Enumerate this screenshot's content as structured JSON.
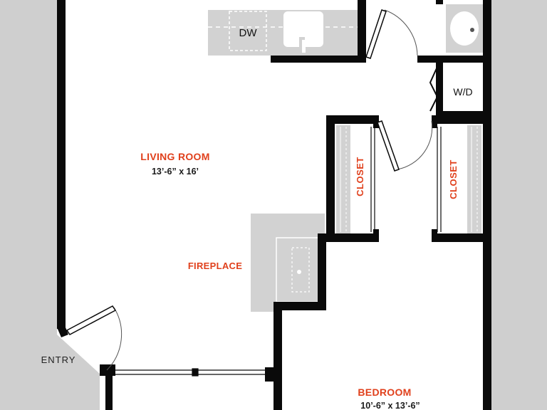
{
  "colors": {
    "wall": "#0a0a0a",
    "exterior": "#cfcfcf",
    "fixture": "#d2d2d2",
    "accent": "#e0401c"
  },
  "rooms": {
    "living": {
      "name": "LIVING ROOM",
      "dims": "13’-6” x 16’"
    },
    "bedroom": {
      "name": "BEDROOM",
      "dims": "10’-6” x 13’-6”"
    },
    "fireplace": "FIREPLACE",
    "entry": "ENTRY"
  },
  "closets": {
    "left": "CLOSET",
    "right": "CLOSET"
  },
  "fixtures": {
    "dishwasher": "DW",
    "washer_dryer": "W/D"
  }
}
